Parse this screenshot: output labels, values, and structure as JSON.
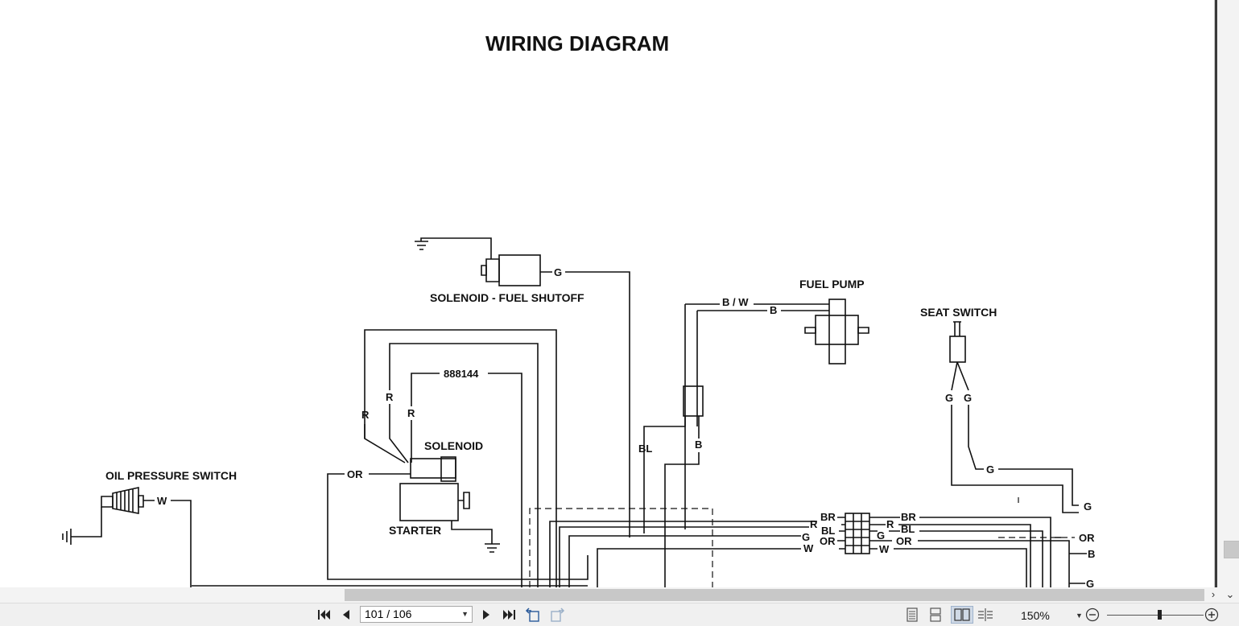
{
  "diagram": {
    "title": "WIRING DIAGRAM",
    "components": {
      "solenoid_fuel_shutoff": "SOLENOID - FUEL SHUTOFF",
      "fuel_pump": "FUEL PUMP",
      "seat_switch": "SEAT SWITCH",
      "oil_pressure_switch": "OIL PRESSURE SWITCH",
      "solenoid": "SOLENOID",
      "starter": "STARTER",
      "part_number": "888144"
    },
    "wire_labels": {
      "g": "G",
      "bw": "B / W",
      "b": "B",
      "bl": "BL",
      "r": "R",
      "or": "OR",
      "w": "W",
      "br": "BR"
    }
  },
  "viewer": {
    "page_indicator": "101 / 106",
    "zoom": "150%",
    "zoom_level_fraction": 0.55
  }
}
